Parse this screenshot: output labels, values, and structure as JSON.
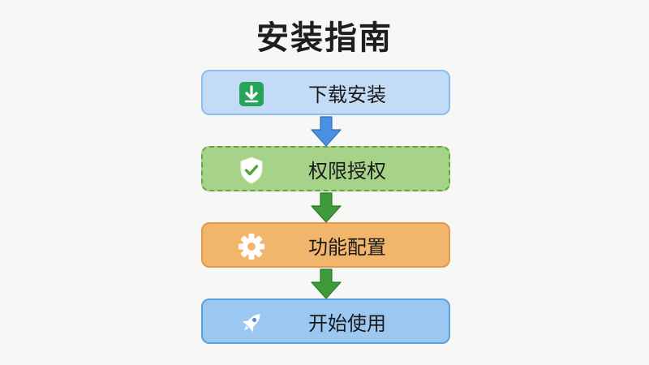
{
  "title": "安装指南",
  "colors": {
    "step1_bg": "#c3dbf7",
    "step2_bg": "#a6d388",
    "step3_bg": "#f2b56c",
    "step4_bg": "#9bc7f1",
    "arrow_blue": "#4a90e2",
    "arrow_green": "#3f9b3a"
  },
  "steps": [
    {
      "label": "下载安装",
      "icon": "download-icon"
    },
    {
      "label": "权限授权",
      "icon": "shield-check-icon"
    },
    {
      "label": "功能配置",
      "icon": "gear-icon"
    },
    {
      "label": "开始使用",
      "icon": "rocket-icon"
    }
  ]
}
